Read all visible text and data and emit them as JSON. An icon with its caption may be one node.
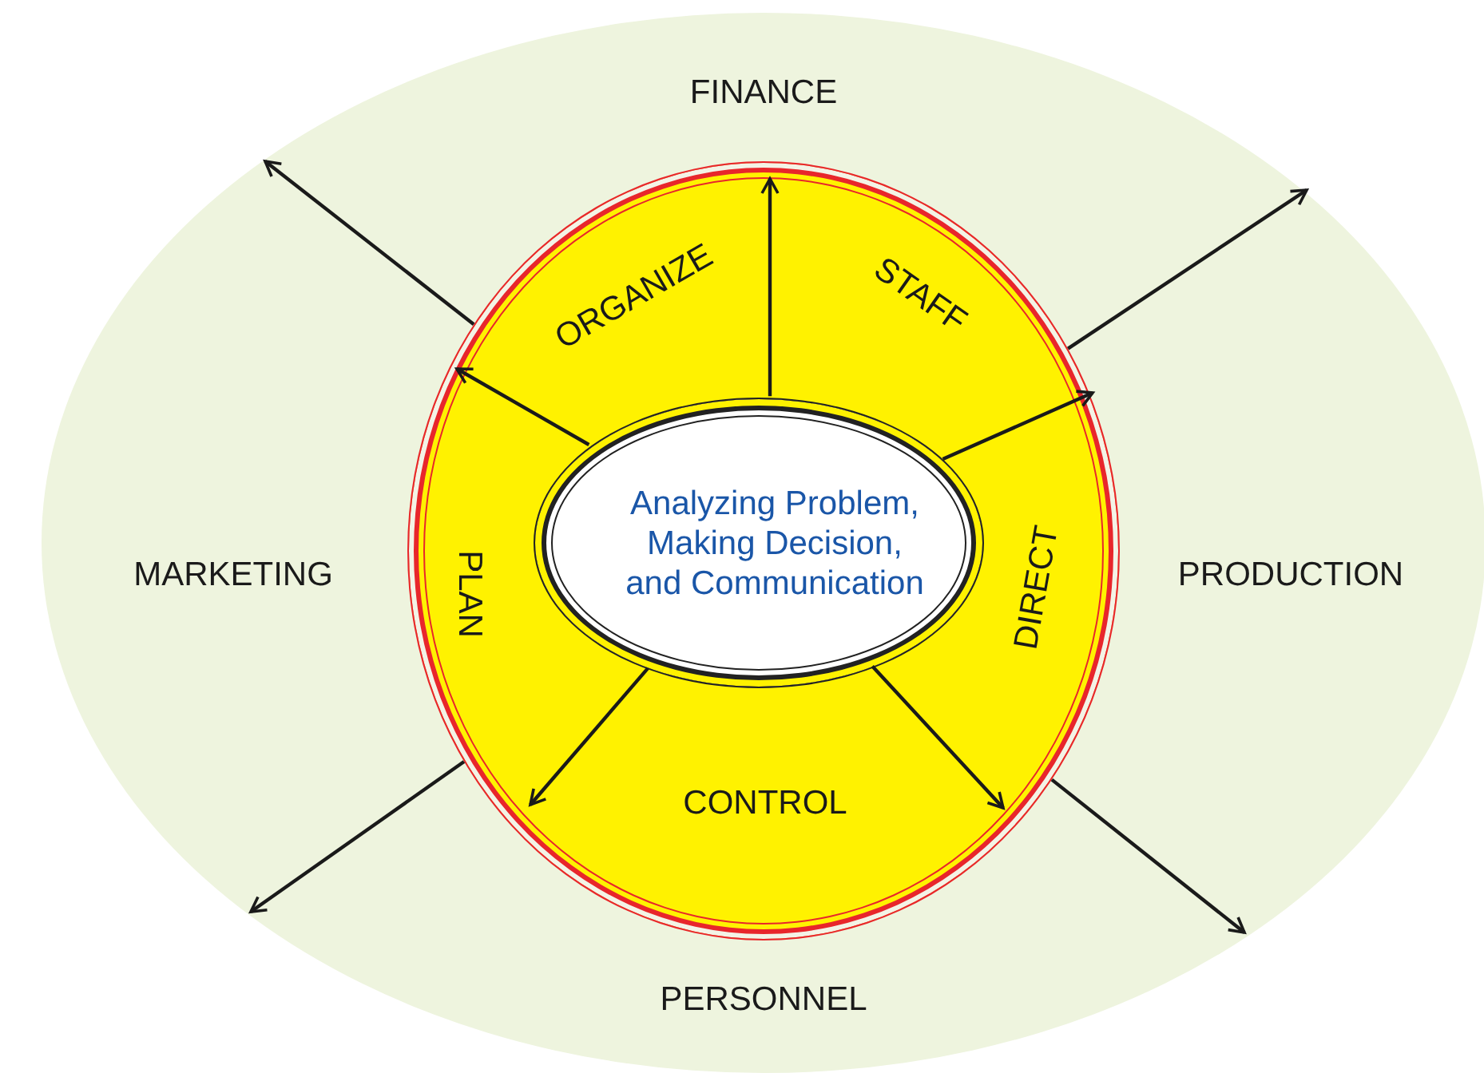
{
  "diagram": {
    "nodes": [
      {
        "text": [
          "FINANCE",
          "MARKETING",
          "PRODUCTION",
          "PERSONNEL"
        ]
      },
      {
        "text": [
          "ORGANIZE",
          "STAFF",
          "PLAN",
          "DIRECT",
          "CONTROL"
        ],
        "in": 0
      },
      {
        "text": [
          "Analyzing Problem, Making Decision, and Communication"
        ],
        "in": 1
      }
    ],
    "edges": [
      {
        "from": 2,
        "to": null,
        "arrow": "to"
      },
      {
        "from": 2,
        "to": null,
        "arrow": "to"
      },
      {
        "from": 2,
        "to": null,
        "arrow": "to"
      },
      {
        "from": 2,
        "to": null,
        "arrow": "to"
      },
      {
        "from": 2,
        "to": null,
        "arrow": "to"
      },
      {
        "from": 1,
        "to": null,
        "arrow": "to"
      },
      {
        "from": 1,
        "to": null,
        "arrow": "to"
      },
      {
        "from": 1,
        "to": null,
        "arrow": "to"
      },
      {
        "from": 1,
        "to": null,
        "arrow": "to"
      }
    ]
  }
}
